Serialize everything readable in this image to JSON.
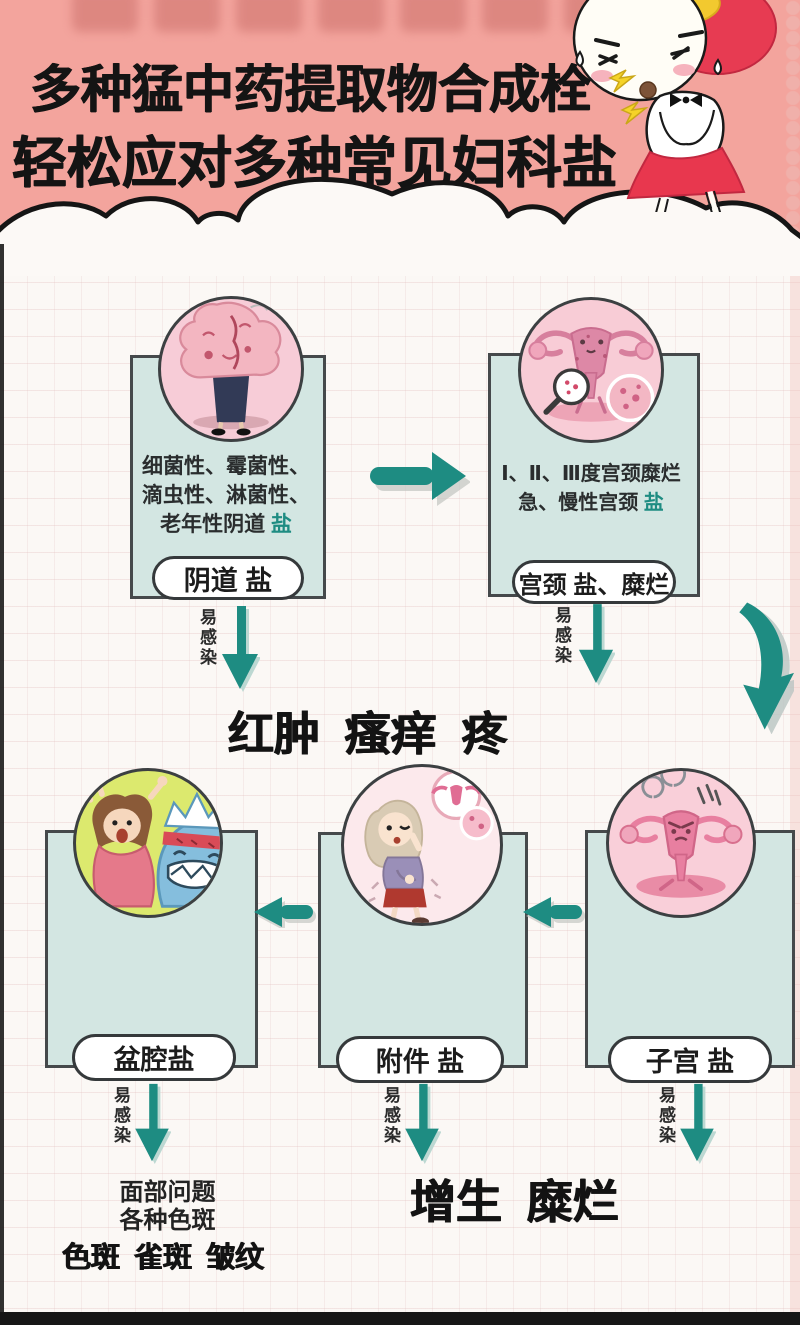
{
  "poster": {
    "colors": {
      "header_pink": "#f3a49d",
      "teal": "#1e8c82",
      "box_fill": "#d3e6e2",
      "ink": "#1a1a1a",
      "circle_pink": "#f7ccd7",
      "circle_green": "#dce96e"
    },
    "header": {
      "title_line1": "多种猛中药提取物合成栓",
      "title_line2": "轻松应对多种常见妇科盐",
      "mascot": "girl-in-red-skirt-clutching-belly-in-pain"
    },
    "labels": {
      "easy_infection": "易感染"
    },
    "row1": {
      "vaginitis": {
        "illustration": "woman-hiding-behind-inflamed-tissue",
        "line1": "细菌性、霉菌性、",
        "line2": "滴虫性、淋菌性、",
        "line3_prefix": "老年性阴道",
        "line3_accent": "盐",
        "pill": "阴道 盐"
      },
      "cervical": {
        "illustration": "uterus-cartoon-with-magnifier",
        "line1": "Ⅰ、Ⅱ、Ⅲ度宫颈糜烂",
        "line2_prefix": "急、慢性宫颈",
        "line2_accent": "盐",
        "pill": "宫颈 盐、糜烂"
      },
      "symptoms": "红肿 瘙痒 疼"
    },
    "row2": {
      "pelvic": {
        "illustration": "frightened-woman-and-inflammation-monster",
        "pill": "盆腔盐"
      },
      "adnexa": {
        "illustration": "woman-holding-lower-abdomen",
        "pill": "附件 盐"
      },
      "uterus": {
        "illustration": "angry-uterus-cartoon",
        "pill": "子宫 盐"
      },
      "pelvic_outcome_line1": "面部问题",
      "pelvic_outcome_line2": "各种色斑",
      "pelvic_outcome_big": "色斑 雀斑 皱纹",
      "symptoms": "增生 糜烂"
    }
  }
}
